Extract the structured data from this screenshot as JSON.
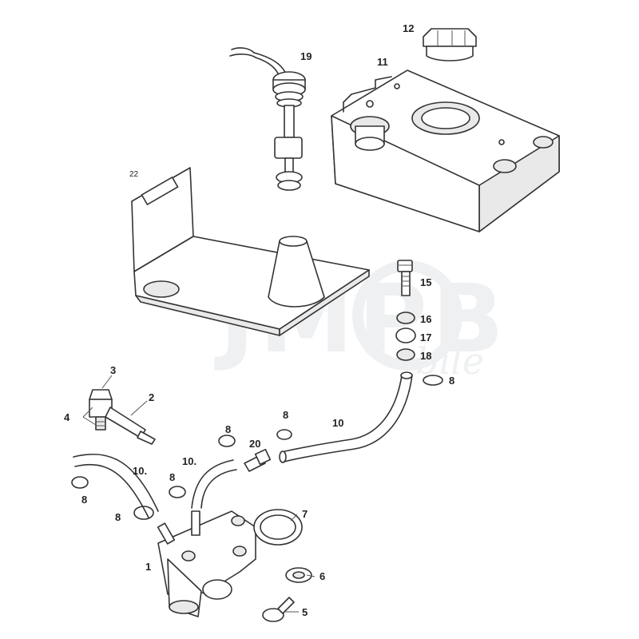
{
  "watermark": {
    "main": "JMPB",
    "sub": "bile"
  },
  "callouts": [
    {
      "id": "c-19",
      "text": "19"
    },
    {
      "id": "c-12",
      "text": "12"
    },
    {
      "id": "c-11",
      "text": "11"
    },
    {
      "id": "c-22",
      "text": "22"
    },
    {
      "id": "c-15",
      "text": "15"
    },
    {
      "id": "c-16",
      "text": "16"
    },
    {
      "id": "c-17",
      "text": "17"
    },
    {
      "id": "c-18",
      "text": "18"
    },
    {
      "id": "c-8a",
      "text": "8"
    },
    {
      "id": "c-3",
      "text": "3"
    },
    {
      "id": "c-2",
      "text": "2"
    },
    {
      "id": "c-4",
      "text": "4"
    },
    {
      "id": "c-10a",
      "text": "10"
    },
    {
      "id": "c-8b",
      "text": "8"
    },
    {
      "id": "c-8c",
      "text": "8"
    },
    {
      "id": "c-20",
      "text": "20"
    },
    {
      "id": "c-10b",
      "text": "10."
    },
    {
      "id": "c-10c",
      "text": "10."
    },
    {
      "id": "c-8d",
      "text": "8"
    },
    {
      "id": "c-8e",
      "text": "8"
    },
    {
      "id": "c-8f",
      "text": "8"
    },
    {
      "id": "c-7",
      "text": "7"
    },
    {
      "id": "c-1",
      "text": "1"
    },
    {
      "id": "c-6",
      "text": "6"
    },
    {
      "id": "c-5",
      "text": "5"
    }
  ]
}
